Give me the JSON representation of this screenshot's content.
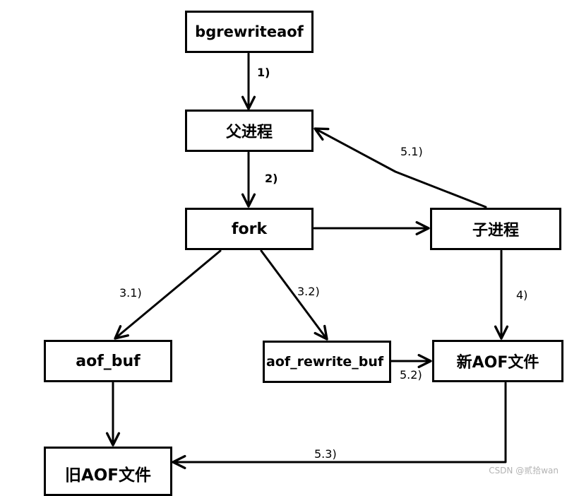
{
  "nodes": {
    "bgrewriteaof": "bgrewriteaof",
    "parent_process": "父进程",
    "fork": "fork",
    "child_process": "子进程",
    "aof_buf": "aof_buf",
    "aof_rewrite_buf": "aof_rewrite_buf",
    "new_aof_file": "新AOF文件",
    "old_aof_file": "旧AOF文件"
  },
  "edges": [
    {
      "from": "bgrewriteaof",
      "to": "parent_process",
      "label": "1)"
    },
    {
      "from": "parent_process",
      "to": "fork",
      "label": "2)"
    },
    {
      "from": "fork",
      "to": "child_process",
      "label": ""
    },
    {
      "from": "fork",
      "to": "aof_buf",
      "label": "3.1)"
    },
    {
      "from": "fork",
      "to": "aof_rewrite_buf",
      "label": "3.2)"
    },
    {
      "from": "child_process",
      "to": "new_aof_file",
      "label": "4)"
    },
    {
      "from": "child_process",
      "to": "parent_process",
      "label": "5.1)"
    },
    {
      "from": "aof_rewrite_buf",
      "to": "new_aof_file",
      "label": "5.2)"
    },
    {
      "from": "new_aof_file",
      "to": "old_aof_file",
      "label": "5.3)"
    },
    {
      "from": "aof_buf",
      "to": "old_aof_file",
      "label": ""
    }
  ],
  "watermark": "CSDN @贰拾wan",
  "colors": {
    "stroke": "#000000",
    "background": "#ffffff",
    "watermark": "#b3b3b3"
  }
}
